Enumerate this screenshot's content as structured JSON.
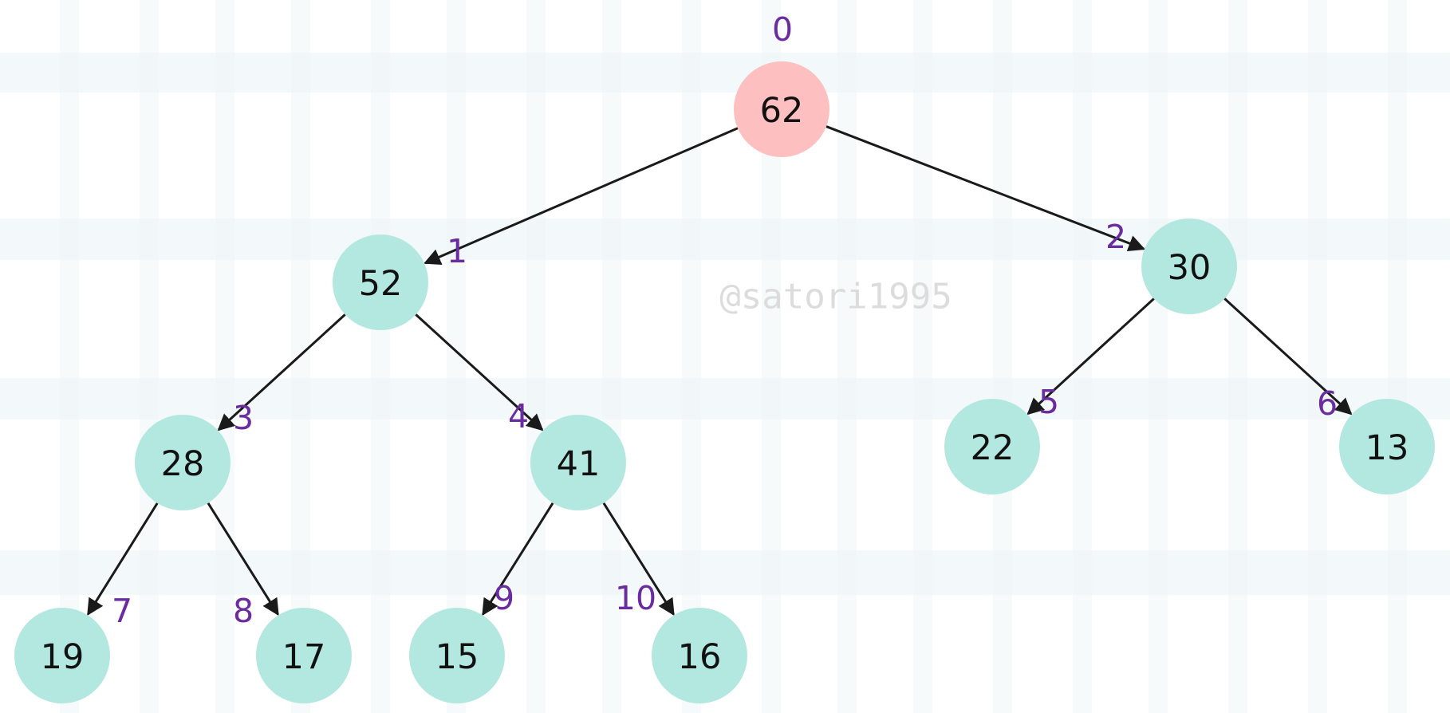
{
  "diagram": {
    "watermark": "@satori1995",
    "colors": {
      "root_fill": "#fdbfbf",
      "node_fill": "#b3e8e0",
      "index_color": "#6a2c9e",
      "edge_color": "#1a1a1a",
      "grid_band": "#eef6f8"
    },
    "nodes": [
      {
        "index": "0",
        "value": "62",
        "role": "root"
      },
      {
        "index": "1",
        "value": "52",
        "role": "node"
      },
      {
        "index": "2",
        "value": "30",
        "role": "node"
      },
      {
        "index": "3",
        "value": "28",
        "role": "node"
      },
      {
        "index": "4",
        "value": "41",
        "role": "node"
      },
      {
        "index": "5",
        "value": "22",
        "role": "node"
      },
      {
        "index": "6",
        "value": "13",
        "role": "node"
      },
      {
        "index": "7",
        "value": "19",
        "role": "node"
      },
      {
        "index": "8",
        "value": "17",
        "role": "node"
      },
      {
        "index": "9",
        "value": "15",
        "role": "node"
      },
      {
        "index": "10",
        "value": "16",
        "role": "node"
      }
    ],
    "edges": [
      {
        "from": "0",
        "to": "1"
      },
      {
        "from": "0",
        "to": "2"
      },
      {
        "from": "1",
        "to": "3"
      },
      {
        "from": "1",
        "to": "4"
      },
      {
        "from": "2",
        "to": "5"
      },
      {
        "from": "2",
        "to": "6"
      },
      {
        "from": "3",
        "to": "7"
      },
      {
        "from": "3",
        "to": "8"
      },
      {
        "from": "4",
        "to": "9"
      },
      {
        "from": "4",
        "to": "10"
      }
    ]
  }
}
